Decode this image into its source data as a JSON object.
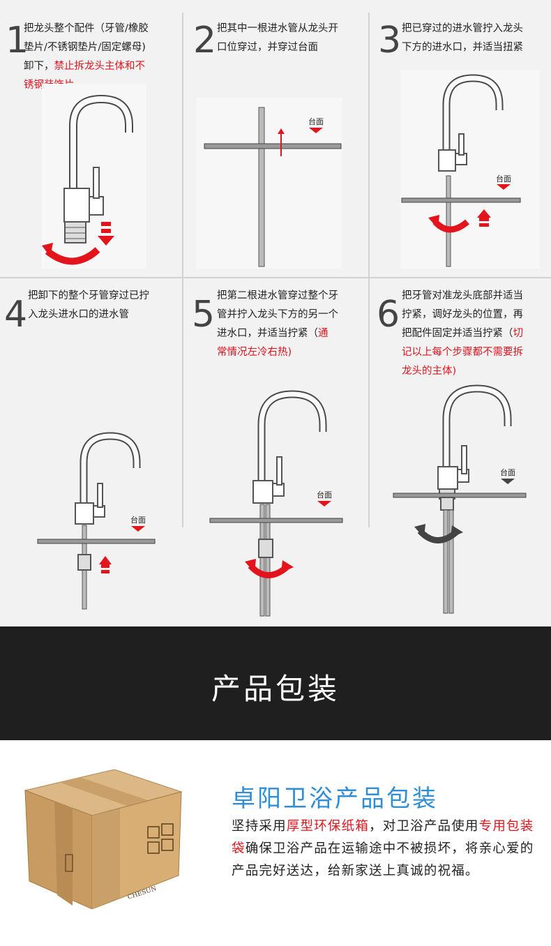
{
  "steps": [
    {
      "num": "1",
      "lines": [
        [
          {
            "t": "把龙头整个配件（牙管/橡胶"
          }
        ],
        [
          {
            "t": "垫片/不锈钢垫片/固定螺母)"
          }
        ],
        [
          {
            "t": "卸下，",
            "red": false
          },
          {
            "t": "禁止拆龙头主体和不",
            "red": true
          }
        ],
        [
          {
            "t": "锈钢装饰片",
            "red": true
          }
        ]
      ]
    },
    {
      "num": "2",
      "lines": [
        [
          {
            "t": "把其中一根进水管从龙头开"
          }
        ],
        [
          {
            "t": "口位穿过，并穿过台面"
          }
        ]
      ]
    },
    {
      "num": "3",
      "lines": [
        [
          {
            "t": "把已穿过的进水管拧入龙头"
          }
        ],
        [
          {
            "t": "下方的进水口，并适当扭紧"
          }
        ]
      ]
    },
    {
      "num": "4",
      "lines": [
        [
          {
            "t": "把卸下的整个牙管穿过已拧"
          }
        ],
        [
          {
            "t": "入龙头进水口的进水管"
          }
        ]
      ]
    },
    {
      "num": "5",
      "lines": [
        [
          {
            "t": "把第二根进水管穿过整个牙"
          }
        ],
        [
          {
            "t": "管并拧入龙头下方的另一个"
          }
        ],
        [
          {
            "t": "进水口，并适当拧紧（",
            "red": false
          },
          {
            "t": "通",
            "red": true
          }
        ],
        [
          {
            "t": "常情况左冷右热)",
            "red": true
          }
        ]
      ]
    },
    {
      "num": "6",
      "lines": [
        [
          {
            "t": "把牙管对准龙头底部并适当"
          }
        ],
        [
          {
            "t": "拧紧，调好龙头的位置，再"
          }
        ],
        [
          {
            "t": "把配件固定并适当拧紧（",
            "red": false
          },
          {
            "t": "切",
            "red": true
          }
        ],
        [
          {
            "t": "记以上每个步骤都不需要拆",
            "red": true
          }
        ],
        [
          {
            "t": "龙头的主体)",
            "red": true
          }
        ]
      ]
    }
  ],
  "labels": {
    "countertop": "台面"
  },
  "banner": {
    "title": "产品包装"
  },
  "packaging": {
    "title": "卓阳卫浴产品包装",
    "text": [
      {
        "t": "坚持采用",
        "red": false
      },
      {
        "t": "厚型环保纸箱",
        "red": true
      },
      {
        "t": "，对卫浴产品使用",
        "red": false
      },
      {
        "t": "专用包装袋",
        "red": true
      },
      {
        "t": "确保卫浴产品在运输途中不被损坏，将亲心爱的产品完好送达，给新家送上真诚的祝福。",
        "red": false
      }
    ],
    "brand": "CHESUN"
  },
  "colors": {
    "accent_red": "#e3141c",
    "title_blue": "#2f8ed6",
    "banner_bg": "#1f1f1f"
  }
}
